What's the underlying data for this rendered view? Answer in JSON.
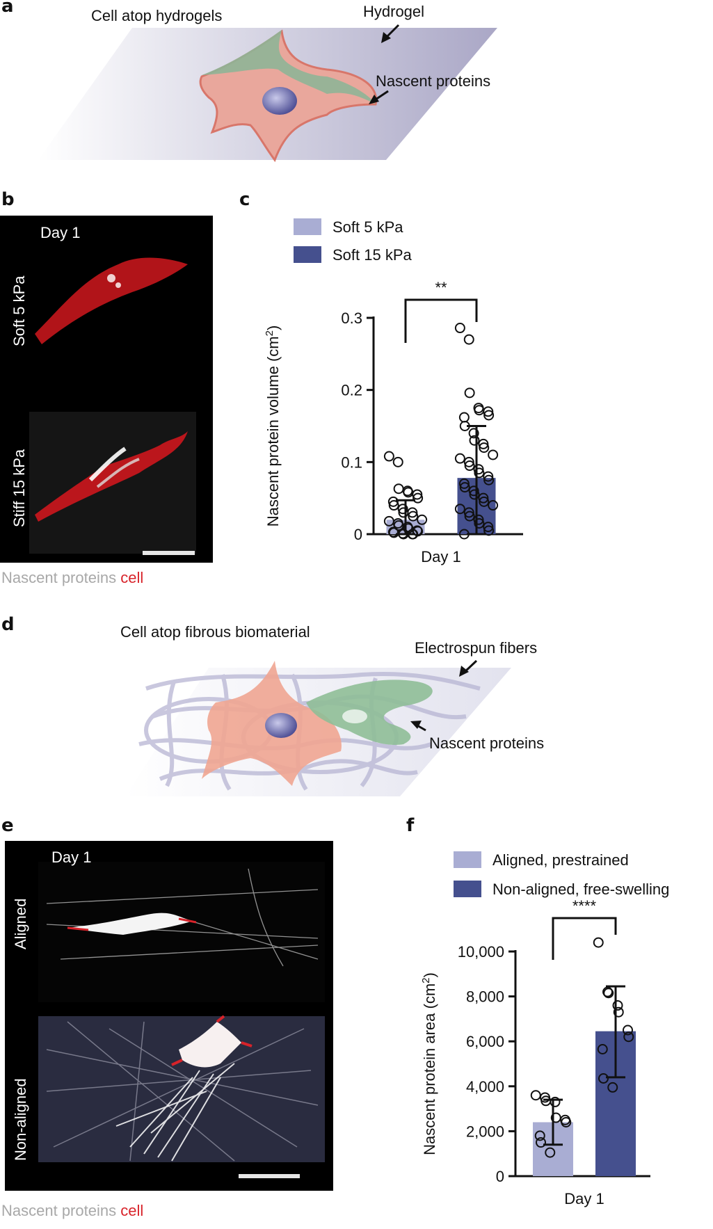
{
  "panels": {
    "a": {
      "letter": "a",
      "title": "Cell atop hydrogels",
      "label_hydrogel": "Hydrogel",
      "label_nascent": "Nascent proteins"
    },
    "b": {
      "letter": "b",
      "day": "Day 1",
      "top_label": "Soft 5 kPa",
      "bottom_label": "Stiff 15 kPa",
      "caption_gray": "Nascent proteins",
      "caption_red": "cell"
    },
    "c": {
      "letter": "c"
    },
    "d": {
      "letter": "d",
      "title": "Cell atop fibrous biomaterial",
      "label_fibers": "Electrospun fibers",
      "label_nascent": "Nascent proteins"
    },
    "e": {
      "letter": "e",
      "day": "Day 1",
      "top_label": "Aligned",
      "bottom_label": "Non-aligned",
      "caption_gray": "Nascent proteins",
      "caption_red": "cell"
    },
    "f": {
      "letter": "f"
    }
  },
  "colors": {
    "light_bar": "#a9add3",
    "dark_bar": "#45508e",
    "cell_red": "#d8232a",
    "caption_gray": "#a8a8a8"
  },
  "chart_data": [
    {
      "panel": "c",
      "type": "bar",
      "categories": [
        "Day 1"
      ],
      "series": [
        {
          "name": "Soft 5 kPa",
          "color": "#a9add3",
          "mean": 0.02,
          "sd_upper": 0.047,
          "sd_lower": 0.0,
          "points": [
            0.108,
            0.1,
            0.063,
            0.06,
            0.058,
            0.055,
            0.05,
            0.045,
            0.04,
            0.035,
            0.03,
            0.03,
            0.025,
            0.02,
            0.018,
            0.015,
            0.012,
            0.01,
            0.008,
            0.005,
            0.004,
            0.003,
            0.002,
            0.001,
            0.0,
            0.0,
            0.0
          ]
        },
        {
          "name": "Soft 15 kPa",
          "color": "#45508e",
          "mean": 0.078,
          "sd_upper": 0.15,
          "sd_lower": 0.0,
          "points": [
            0.286,
            0.27,
            0.196,
            0.175,
            0.172,
            0.17,
            0.165,
            0.162,
            0.15,
            0.14,
            0.13,
            0.125,
            0.12,
            0.11,
            0.105,
            0.1,
            0.095,
            0.09,
            0.085,
            0.08,
            0.075,
            0.07,
            0.065,
            0.06,
            0.055,
            0.05,
            0.045,
            0.04,
            0.035,
            0.03,
            0.025,
            0.02,
            0.015,
            0.01,
            0.005,
            0.0
          ]
        }
      ],
      "ylabel": "Nascent protein volume (cm",
      "ylabel_sup": "2",
      "ylabel_end": ")",
      "ylim": [
        0,
        0.3
      ],
      "yticks": [
        "0",
        "0.1",
        "0.2",
        "0.3"
      ],
      "significance": "**",
      "legend": "top"
    },
    {
      "panel": "f",
      "type": "bar",
      "categories": [
        "Day 1"
      ],
      "series": [
        {
          "name": "Aligned, prestrained",
          "color": "#a9add3",
          "mean": 2400,
          "sd_upper": 3400,
          "sd_lower": 1400,
          "points": [
            3600,
            3500,
            3350,
            3300,
            2600,
            2500,
            2400,
            1800,
            1500,
            1050
          ]
        },
        {
          "name": "Non-aligned, free-swelling",
          "color": "#45508e",
          "mean": 6450,
          "sd_upper": 8450,
          "sd_lower": 4400,
          "points": [
            10400,
            8200,
            8150,
            7600,
            7300,
            6500,
            6200,
            5650,
            4350,
            3950
          ]
        }
      ],
      "ylabel": "Nascent protein area (cm",
      "ylabel_sup": "2",
      "ylabel_end": ")",
      "ylim": [
        0,
        10000
      ],
      "yticks": [
        "0",
        "2,000",
        "4,000",
        "6,000",
        "8,000",
        "10,000"
      ],
      "significance": "****",
      "legend": "top"
    }
  ]
}
